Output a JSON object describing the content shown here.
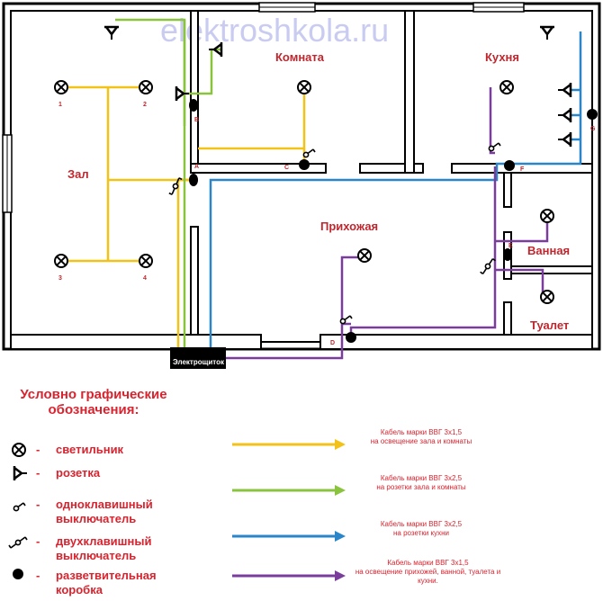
{
  "watermark": "elektroshkola.ru",
  "rooms": {
    "zal": "Зал",
    "komnata": "Комната",
    "kukhnya": "Кухня",
    "prikhozhaya": "Прихожая",
    "vannaya": "Ванная",
    "tualet": "Туалет"
  },
  "lamp_numbers": [
    "1",
    "2",
    "3",
    "4"
  ],
  "junction_labels": [
    "A",
    "B",
    "C",
    "D",
    "E",
    "F",
    "G"
  ],
  "panel_label": "Электрощиток",
  "colors": {
    "yellow": "#f2c218",
    "green": "#8ac43f",
    "blue": "#2a86c8",
    "purple": "#7a3d9c",
    "text_red": "#d9232e"
  },
  "legend": {
    "title": "Условно графические обозначения:",
    "items": [
      {
        "icon": "lamp-icon",
        "dash": "-",
        "label": "светильник"
      },
      {
        "icon": "socket-icon",
        "dash": "-",
        "label": "розетка"
      },
      {
        "icon": "single-switch-icon",
        "dash": "-",
        "label": "одноклавишный выключатель"
      },
      {
        "icon": "double-switch-icon",
        "dash": "-",
        "label": "двухклавишный выключатель"
      },
      {
        "icon": "junction-box-icon",
        "dash": "-",
        "label": "разветвительная коробка"
      }
    ]
  },
  "cables": [
    {
      "color": "#f2c218",
      "line1": "Кабель марки ВВГ 3х1,5",
      "line2": "на освещение зала и комнаты"
    },
    {
      "color": "#8ac43f",
      "line1": "Кабель марки ВВГ 3х2,5",
      "line2": "на розетки зала и комнаты"
    },
    {
      "color": "#2a86c8",
      "line1": "Кабель марки ВВГ 3х2,5",
      "line2": "на розетки кухни"
    },
    {
      "color": "#7a3d9c",
      "line1": "Кабель марки ВВГ 3х1,5",
      "line2": "на освещение прихожей, ванной, туалета и кухни."
    }
  ]
}
